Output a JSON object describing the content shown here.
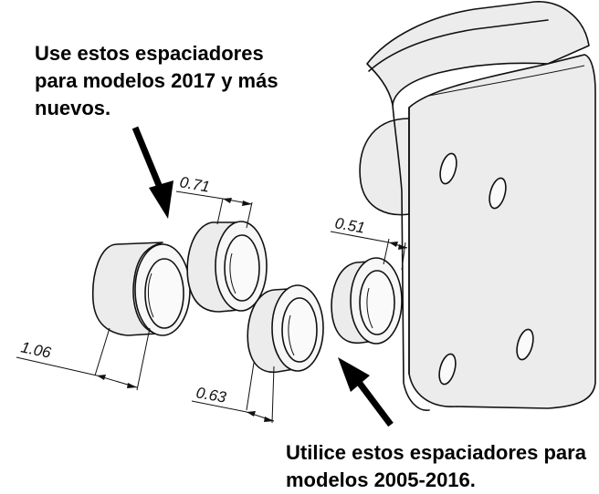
{
  "captions": {
    "top": "Use estos espaciadores para modelos 2017 y más nuevos.",
    "bottom": "Utilice estos espaciadores para modelos 2005-2016."
  },
  "dimensions": {
    "spacer_a_length": "1.06",
    "spacer_b_length": "0.71",
    "spacer_c_length": "0.63",
    "spacer_d_length": "0.51"
  },
  "colors": {
    "ink": "#111111",
    "part_fill": "#ececec"
  }
}
